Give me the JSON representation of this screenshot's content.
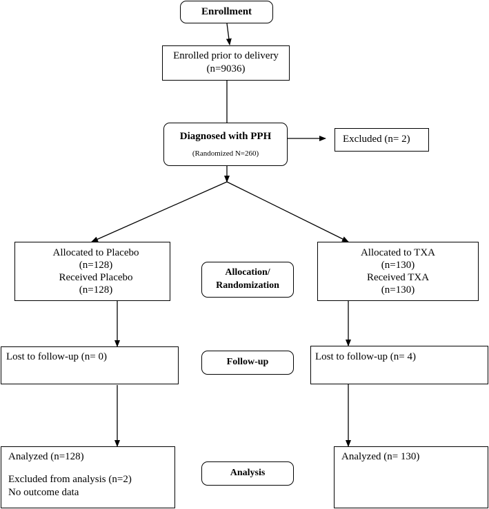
{
  "enrollment": {
    "title": "Enrollment"
  },
  "enrolled": {
    "line1": "Enrolled prior to delivery",
    "line2": "(n=9036)"
  },
  "diagnosed": {
    "title": "Diagnosed with PPH",
    "subtitle": "(Randomized N=260)"
  },
  "excluded": {
    "label": "Excluded (n= 2)"
  },
  "placebo_arm": {
    "allocated": "Allocated to Placebo",
    "allocated_n": "(n=128)",
    "received": "Received Placebo",
    "received_n": "(n=128)",
    "lost": "Lost to follow-up  (n=  0)",
    "analyzed": "Analyzed  (n=128)",
    "excluded_analysis": "Excluded from analysis  (n=2)",
    "no_outcome": "No outcome data"
  },
  "txa_arm": {
    "allocated": "Allocated to TXA",
    "allocated_n": "(n=130)",
    "received": "Received TXA",
    "received_n": "(n=130)",
    "lost": "Lost to follow-up  (n= 4)",
    "analyzed": "Analyzed  (n= 130)"
  },
  "stages": {
    "allocation_line1": "Allocation/",
    "allocation_line2": "Randomization",
    "followup": "Follow-up",
    "analysis": "Analysis"
  }
}
